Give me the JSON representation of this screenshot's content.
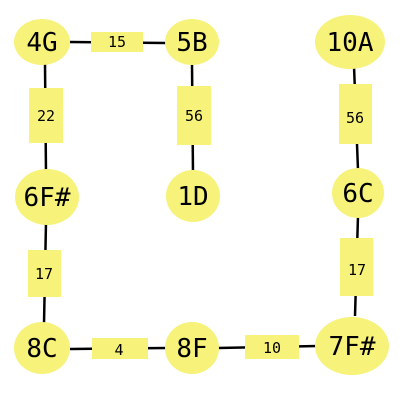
{
  "colors": {
    "node_fill": "#f7f27a",
    "label_fill": "#f7f27a",
    "stroke": "#000000"
  },
  "nodes": {
    "n4g": "4G",
    "n5b": "5B",
    "n10a": "10A",
    "n6fs": "6F#",
    "n1d": "1D",
    "n6c": "6C",
    "n8c": "8C",
    "n8f": "8F",
    "n7fs": "7F#"
  },
  "edges": {
    "e_4g_5b": "15",
    "e_4g_6fs": "22",
    "e_5b_1d": "56",
    "e_10a_6c": "56",
    "e_6fs_8c": "17",
    "e_6c_7fs": "17",
    "e_8c_8f": "4",
    "e_8f_7fs": "10"
  }
}
